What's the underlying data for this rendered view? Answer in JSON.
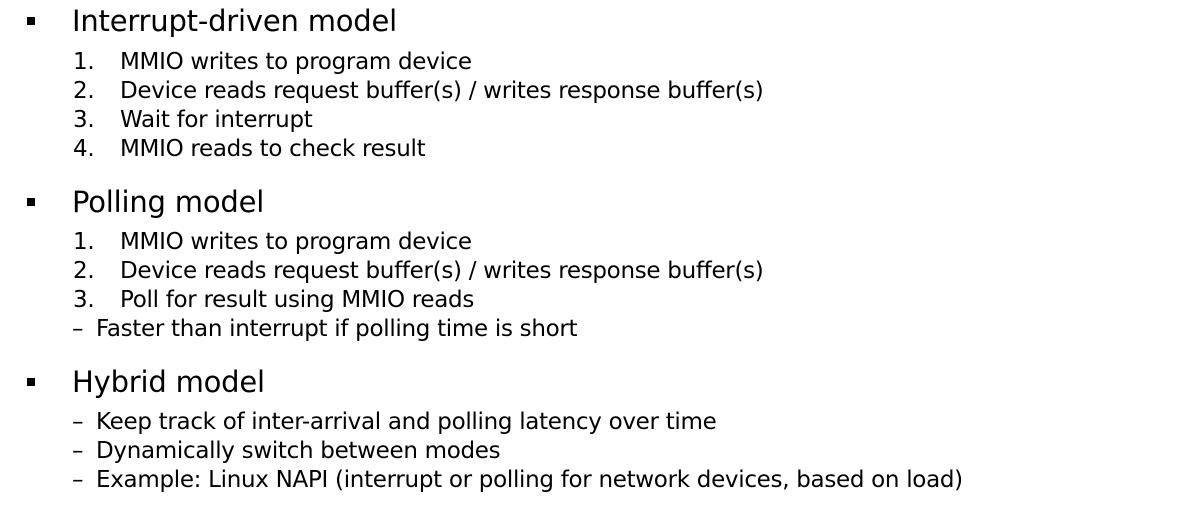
{
  "sections": [
    {
      "heading": "Interrupt-driven model",
      "numbered": [
        {
          "num": "1.",
          "text": "MMIO writes to program device"
        },
        {
          "num": "2.",
          "text": "Device reads request buffer(s) / writes response buffer(s)"
        },
        {
          "num": "3.",
          "text": "Wait for interrupt"
        },
        {
          "num": "4.",
          "text": "MMIO reads to check result"
        }
      ]
    },
    {
      "heading": "Polling model",
      "numbered": [
        {
          "num": "1.",
          "text": "MMIO writes to program device"
        },
        {
          "num": "2.",
          "text": "Device reads request buffer(s) / writes response buffer(s)"
        },
        {
          "num": "3.",
          "text": "Poll for result using MMIO reads"
        }
      ],
      "dashed": [
        {
          "dash": "–",
          "text": "Faster than interrupt if polling time is short"
        }
      ]
    },
    {
      "heading": "Hybrid model",
      "dashed": [
        {
          "dash": "–",
          "text": "Keep track of inter-arrival and polling latency over time"
        },
        {
          "dash": "–",
          "text": "Dynamically switch between modes"
        },
        {
          "dash": "–",
          "text": "Example: Linux NAPI (interrupt or polling for network devices, based on load)"
        }
      ]
    }
  ]
}
